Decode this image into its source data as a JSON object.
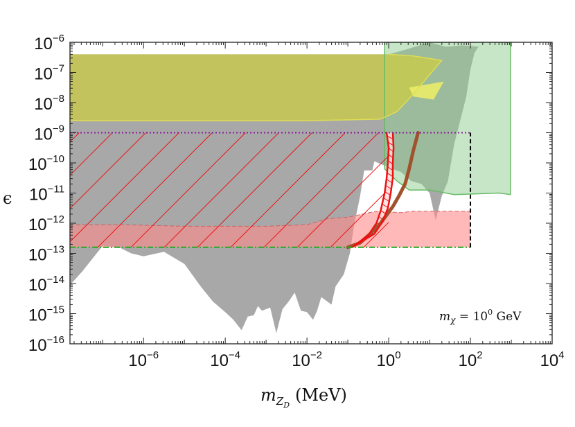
{
  "chart_data": {
    "type": "area",
    "xlabel": {
      "main": "m",
      "sub": "Z",
      "subsub": "D",
      "unit": "(MeV)"
    },
    "ylabel": "ϵ",
    "annotation": {
      "prefix": "m",
      "sub": "χ",
      "eq": " = 10",
      "sup": "0",
      "unit": " GeV"
    },
    "x_scale": "log",
    "y_scale": "log",
    "xlim_exp": [
      -7.8,
      4
    ],
    "ylim_exp": [
      -16,
      -6
    ],
    "x_ticks": [
      {
        "base": "10",
        "exp": "−6",
        "v": -6
      },
      {
        "base": "10",
        "exp": "−4",
        "v": -4
      },
      {
        "base": "10",
        "exp": "−2",
        "v": -2
      },
      {
        "base": "10",
        "exp": "0",
        "v": 0
      },
      {
        "base": "10",
        "exp": "2",
        "v": 2
      },
      {
        "base": "10",
        "exp": "4",
        "v": 4
      }
    ],
    "y_ticks": [
      {
        "base": "10",
        "exp": "−6",
        "v": -6
      },
      {
        "base": "10",
        "exp": "−7",
        "v": -7
      },
      {
        "base": "10",
        "exp": "−8",
        "v": -8
      },
      {
        "base": "10",
        "exp": "−9",
        "v": -9
      },
      {
        "base": "10",
        "exp": "−10",
        "v": -10
      },
      {
        "base": "10",
        "exp": "−11",
        "v": -11
      },
      {
        "base": "10",
        "exp": "−12",
        "v": -12
      },
      {
        "base": "10",
        "exp": "−13",
        "v": -13
      },
      {
        "base": "10",
        "exp": "−14",
        "v": -14
      },
      {
        "base": "10",
        "exp": "−15",
        "v": -15
      },
      {
        "base": "10",
        "exp": "−16",
        "v": -16
      }
    ],
    "regions": [
      {
        "id": "gray-excluded",
        "color": "#999999",
        "opacity": 0.85,
        "points": [
          [
            -7.8,
            -6.4
          ],
          [
            -7.8,
            -14.05
          ],
          [
            -7.5,
            -13.6
          ],
          [
            -7.0,
            -12.75
          ],
          [
            -6.6,
            -12.8
          ],
          [
            -6.3,
            -13.0
          ],
          [
            -6.0,
            -13.1
          ],
          [
            -5.5,
            -12.95
          ],
          [
            -5.0,
            -13.35
          ],
          [
            -4.6,
            -14.1
          ],
          [
            -4.3,
            -14.6
          ],
          [
            -4.0,
            -14.95
          ],
          [
            -3.8,
            -15.2
          ],
          [
            -3.6,
            -15.55
          ],
          [
            -3.45,
            -15.1
          ],
          [
            -3.3,
            -15.05
          ],
          [
            -3.2,
            -14.75
          ],
          [
            -3.1,
            -14.9
          ],
          [
            -2.9,
            -14.8
          ],
          [
            -2.75,
            -15.65
          ],
          [
            -2.6,
            -14.85
          ],
          [
            -2.45,
            -14.6
          ],
          [
            -2.3,
            -14.3
          ],
          [
            -2.15,
            -14.9
          ],
          [
            -2.0,
            -14.95
          ],
          [
            -1.85,
            -15.2
          ],
          [
            -1.75,
            -14.9
          ],
          [
            -1.65,
            -14.45
          ],
          [
            -1.55,
            -14.55
          ],
          [
            -1.4,
            -14.7
          ],
          [
            -1.3,
            -14.1
          ],
          [
            -1.1,
            -13.7
          ],
          [
            -0.95,
            -13.0
          ],
          [
            -0.85,
            -12.1
          ],
          [
            -0.7,
            -11.1
          ],
          [
            -0.6,
            -10.25
          ],
          [
            -0.4,
            -10.25
          ],
          [
            -0.35,
            -9.95
          ],
          [
            0.0,
            -10.15
          ],
          [
            0.3,
            -10.3
          ],
          [
            0.55,
            -10.6
          ],
          [
            0.8,
            -10.7
          ],
          [
            1.0,
            -11.0
          ],
          [
            1.15,
            -11.9
          ],
          [
            1.3,
            -11.1
          ],
          [
            1.45,
            -10.6
          ],
          [
            1.6,
            -9.4
          ],
          [
            1.9,
            -7.8
          ],
          [
            2.0,
            -6.9
          ],
          [
            2.1,
            -6.35
          ],
          [
            2.2,
            -6.15
          ],
          [
            1.8,
            -6.1
          ],
          [
            1.4,
            -6.15
          ],
          [
            1.0,
            -6.0
          ],
          [
            0.4,
            -6.25
          ],
          [
            0.0,
            -6.4
          ],
          [
            -3.0,
            -6.4
          ]
        ]
      },
      {
        "id": "green-excluded",
        "color": "#8fcc8f",
        "opacity": 0.5,
        "points": [
          [
            -0.1,
            -6.0
          ],
          [
            2.98,
            -6.0
          ],
          [
            2.98,
            -11.05
          ],
          [
            2.7,
            -11.0
          ],
          [
            1.6,
            -11.05
          ],
          [
            1.0,
            -10.9
          ],
          [
            0.5,
            -10.9
          ],
          [
            0.2,
            -10.6
          ],
          [
            -0.1,
            -10.2
          ]
        ]
      },
      {
        "id": "yellow-excluded",
        "color": "#cccc44",
        "opacity": 0.75,
        "points": [
          [
            -7.8,
            -6.4
          ],
          [
            0.0,
            -6.4
          ],
          [
            0.6,
            -6.45
          ],
          [
            1.3,
            -6.6
          ],
          [
            1.05,
            -7.0
          ],
          [
            0.55,
            -7.8
          ],
          [
            0.2,
            -8.3
          ],
          [
            -0.2,
            -8.55
          ],
          [
            -2.0,
            -8.6
          ],
          [
            -7.8,
            -8.6
          ]
        ]
      },
      {
        "id": "yellow-spot",
        "color": "#eeee66",
        "opacity": 0.85,
        "points": [
          [
            0.5,
            -7.5
          ],
          [
            1.35,
            -7.3
          ],
          [
            1.1,
            -7.9
          ],
          [
            0.6,
            -7.8
          ]
        ]
      },
      {
        "id": "pink-projection",
        "color": "#ff8a8a",
        "opacity": 0.6,
        "points": [
          [
            -7.8,
            -12.05
          ],
          [
            -6.5,
            -12.05
          ],
          [
            -5.0,
            -12.1
          ],
          [
            -3.0,
            -12.1
          ],
          [
            -2.0,
            -12.05
          ],
          [
            -1.5,
            -11.85
          ],
          [
            -1.0,
            -11.8
          ],
          [
            -0.3,
            -11.6
          ],
          [
            0.3,
            -11.65
          ],
          [
            0.6,
            -11.6
          ],
          [
            0.85,
            -11.6
          ],
          [
            1.5,
            -11.6
          ],
          [
            2.0,
            -11.6
          ],
          [
            2.0,
            -12.8
          ],
          [
            -7.8,
            -12.8
          ]
        ]
      }
    ],
    "series": [
      {
        "id": "brown-curve",
        "color": "#a0522d",
        "width": 5,
        "points": [
          [
            -1.0,
            -12.8
          ],
          [
            -0.7,
            -12.65
          ],
          [
            -0.45,
            -12.35
          ],
          [
            -0.2,
            -12.0
          ],
          [
            0.1,
            -11.45
          ],
          [
            0.25,
            -11.1
          ],
          [
            0.4,
            -10.7
          ],
          [
            0.5,
            -10.2
          ],
          [
            0.6,
            -9.6
          ],
          [
            0.72,
            -9.0
          ]
        ]
      },
      {
        "id": "red-left",
        "color": "#ee1111",
        "width": 2.5,
        "points": [
          [
            -0.9,
            -12.8
          ],
          [
            -0.5,
            -12.4
          ],
          [
            -0.3,
            -12.0
          ],
          [
            -0.2,
            -11.6
          ],
          [
            -0.1,
            -11.0
          ],
          [
            -0.05,
            -10.5
          ],
          [
            -0.02,
            -10.0
          ],
          [
            0.0,
            -9.5
          ],
          [
            -0.05,
            -9.0
          ]
        ]
      },
      {
        "id": "red-right",
        "color": "#ee1111",
        "width": 2.5,
        "points": [
          [
            -0.9,
            -12.8
          ],
          [
            -0.35,
            -12.35
          ],
          [
            -0.15,
            -11.95
          ],
          [
            -0.02,
            -11.5
          ],
          [
            0.05,
            -11.0
          ],
          [
            0.1,
            -10.5
          ],
          [
            0.1,
            -10.0
          ],
          [
            0.12,
            -9.5
          ],
          [
            0.1,
            -9.0
          ]
        ]
      }
    ],
    "boxes": [
      {
        "id": "hatch-box",
        "x": [
          -7.8,
          0.0
        ],
        "y": [
          -12.8,
          -9.0
        ],
        "color": "#ee1111"
      },
      {
        "id": "purple-line",
        "y": -9.0,
        "x": [
          -7.8,
          2.0
        ],
        "color": "#8a1a9a",
        "style": "dotted"
      },
      {
        "id": "green-line",
        "y": -12.8,
        "x": [
          -7.8,
          2.0
        ],
        "color": "#22aa22",
        "style": "dashdot"
      },
      {
        "id": "black-dashed-edge",
        "x": 2.0,
        "y": [
          -12.8,
          -9.0
        ],
        "color": "#000000",
        "style": "dashed"
      }
    ]
  }
}
